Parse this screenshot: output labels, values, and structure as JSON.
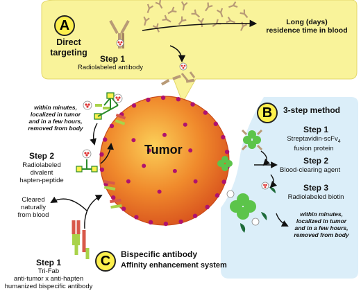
{
  "tumor_label": "Tumor",
  "section_a": {
    "letter": "A",
    "title_line1": "Direct",
    "title_line2": "targeting",
    "step1_title": "Step 1",
    "step1_desc": "Radiolabeled antibody",
    "residence_line1": "Long (days)",
    "residence_line2": "residence time in blood"
  },
  "section_b": {
    "letter": "B",
    "title": "3-step method",
    "step1_title": "Step 1",
    "step1_desc_line1": "Streptavidin-scFv",
    "step1_desc_sub": "4",
    "step1_desc_line2": "fusion protein",
    "step2_title": "Step 2",
    "step2_desc": "Blood-clearing agent",
    "step3_title": "Step 3",
    "step3_desc": "Radiolabeled biotin",
    "note_line1": "within minutes,",
    "note_line2": "localized in tumor",
    "note_line3": "and in a few hours,",
    "note_line4": "removed from body"
  },
  "section_c": {
    "letter": "C",
    "title_line1": "Bispecific antibody",
    "title_line2": "Affinity enhancement system",
    "step1_title": "Step 1",
    "step1_line1": "Tri-Fab",
    "step1_line2": "anti-tumor x anti-hapten",
    "step1_line3": "humanized bispecific antibody",
    "step2_title": "Step 2",
    "step2_line1": "Radiolabeled",
    "step2_line2": "divalent",
    "step2_line3": "hapten-peptide",
    "cleared_line1": "Cleared",
    "cleared_line2": "naturally",
    "cleared_line3": "from blood",
    "note_line1": "within minutes,",
    "note_line2": "localized in tumor",
    "note_line3": "and in a few hours,",
    "note_line4": "removed from body"
  },
  "colors": {
    "panel_a": "#f9f39a",
    "panel_b": "#dbeef9",
    "tumor_core": "#f08a2c",
    "tumor_edge": "#d9541e",
    "antigen": "#b0126d",
    "antibody": "#b89a76",
    "streptavidin": "#5cc44a",
    "bispecific_red": "#d8584a",
    "bispecific_green": "#a9d34a",
    "biotin_dark": "#1e6b3a"
  }
}
